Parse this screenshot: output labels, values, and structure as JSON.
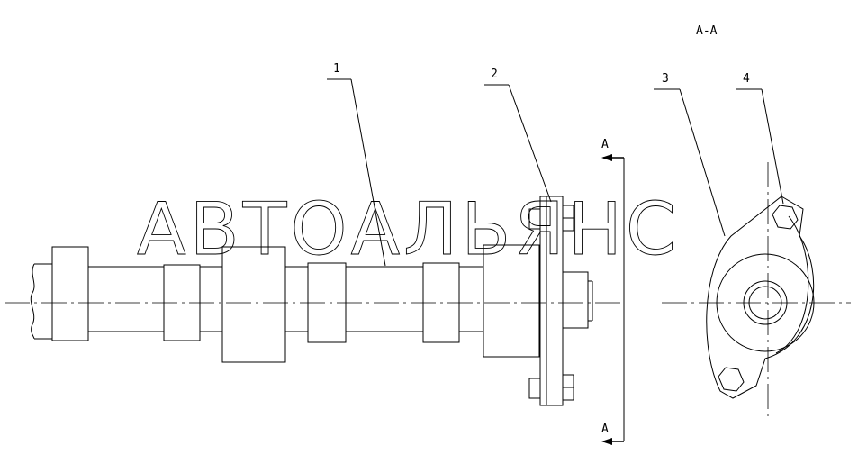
{
  "section_title": "А-А",
  "cut_marks": [
    "А",
    "А"
  ],
  "callouts": [
    "1",
    "2",
    "3",
    "4"
  ],
  "watermark": "АВТОАЛЬЯНС",
  "colors": {
    "line": "#000000",
    "background": "#ffffff"
  }
}
